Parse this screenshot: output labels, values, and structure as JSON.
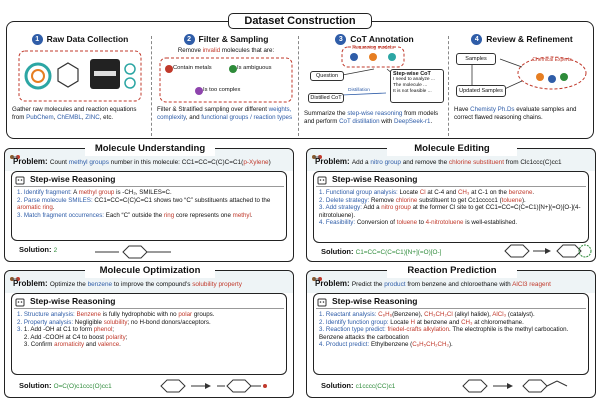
{
  "title": "Dataset Construction",
  "stages": [
    {
      "num": "1",
      "label": "Raw Data Collection",
      "desc_parts": [
        {
          "t": "Gather raw molecules and reaction equations from ",
          "c": ""
        },
        {
          "t": "PubChem",
          "c": "blue"
        },
        {
          "t": ", ",
          "c": ""
        },
        {
          "t": "ChEMBL",
          "c": "blue"
        },
        {
          "t": ", ",
          "c": ""
        },
        {
          "t": "ZINC",
          "c": "blue"
        },
        {
          "t": ", etc.",
          "c": ""
        }
      ]
    },
    {
      "num": "2",
      "label": "Filter & Sampling",
      "intro_parts": [
        {
          "t": "Remove ",
          "c": ""
        },
        {
          "t": "invalid",
          "c": "red"
        },
        {
          "t": " molecules that are:",
          "c": ""
        }
      ],
      "criteria": [
        "Contain metals",
        "Is ambiguous",
        "Is too complex"
      ],
      "desc_parts": [
        {
          "t": "Filter & Stratified sampling over different ",
          "c": ""
        },
        {
          "t": "weights, complexity",
          "c": "blue"
        },
        {
          "t": ", and ",
          "c": ""
        },
        {
          "t": "functional groups / reaction types",
          "c": "blue"
        }
      ]
    },
    {
      "num": "3",
      "label": "CoT Annotation",
      "boxes": {
        "question": "Question",
        "reasoning_models": "Reasoning models",
        "stepwise": "Step-wise CoT",
        "distilled": "Distilled CoT",
        "distillation": "Distillation",
        "cot_lines": [
          "I need to analyze ...",
          "The molecule ...",
          "It is not feasible ..."
        ]
      },
      "desc_parts": [
        {
          "t": "Summarize the ",
          "c": ""
        },
        {
          "t": "step-wise reasoning",
          "c": "blue"
        },
        {
          "t": " from models and perform ",
          "c": ""
        },
        {
          "t": "CoT distillation",
          "c": "blue"
        },
        {
          "t": " with ",
          "c": ""
        },
        {
          "t": "DeepSeek-r1",
          "c": "blue"
        },
        {
          "t": ".",
          "c": ""
        }
      ]
    },
    {
      "num": "4",
      "label": "Review & Refinement",
      "boxes": {
        "samples": "Samples",
        "experts": "Chemical Experts",
        "updated": "Updated Samples"
      },
      "desc_parts": [
        {
          "t": "Have ",
          "c": ""
        },
        {
          "t": "Chemisty Ph.Ds",
          "c": "blue"
        },
        {
          "t": " evaluate samples and correct flawed reasoning chains.",
          "c": ""
        }
      ]
    }
  ],
  "tasks": [
    {
      "title": "Molecule Understanding",
      "problem_parts": [
        {
          "t": "Problem: ",
          "c": "b"
        },
        {
          "t": "Count ",
          "c": ""
        },
        {
          "t": "methyl groups",
          "c": "blue"
        },
        {
          "t": " number in this molecule: CC1=CC=C(C)C=C1(",
          "c": ""
        },
        {
          "t": "p-Xylene",
          "c": "red"
        },
        {
          "t": ")",
          "c": ""
        }
      ],
      "reasoning_label": "Step-wise Reasoning",
      "steps": [
        [
          {
            "t": "1. Identify fragment: ",
            "c": "blue"
          },
          {
            "t": "A ",
            "c": ""
          },
          {
            "t": "methyl group",
            "c": "red"
          },
          {
            "t": " is -CH₃, SMILES=C.",
            "c": ""
          }
        ],
        [
          {
            "t": "2. Parse molecule SMILES: ",
            "c": "blue"
          },
          {
            "t": "CC1=CC=C(C)C=C1 shows two “C” substituents attached to the ",
            "c": ""
          },
          {
            "t": "aromatic ring",
            "c": "red"
          },
          {
            "t": ".",
            "c": ""
          }
        ],
        [
          {
            "t": "3. Match fragment occurrences: ",
            "c": "blue"
          },
          {
            "t": "Each “C” outside the ",
            "c": ""
          },
          {
            "t": "ring",
            "c": "red"
          },
          {
            "t": " core represents one ",
            "c": ""
          },
          {
            "t": "methyl",
            "c": "red"
          },
          {
            "t": ".",
            "c": ""
          }
        ]
      ],
      "solution_label": "Solution:",
      "solution_value": "2"
    },
    {
      "title": "Molecule Editing",
      "problem_parts": [
        {
          "t": "Problem: ",
          "c": "b"
        },
        {
          "t": "Add a ",
          "c": ""
        },
        {
          "t": "nitro group",
          "c": "blue"
        },
        {
          "t": " and remove the ",
          "c": ""
        },
        {
          "t": "chlorine substituent",
          "c": "red"
        },
        {
          "t": " from Clc1ccc(C)cc1",
          "c": ""
        }
      ],
      "reasoning_label": "Step-wise Reasoning",
      "steps": [
        [
          {
            "t": "1. Functional group analysis: ",
            "c": "blue"
          },
          {
            "t": "Locate ",
            "c": ""
          },
          {
            "t": "Cl",
            "c": "red"
          },
          {
            "t": " at C-4 and ",
            "c": ""
          },
          {
            "t": "CH₃",
            "c": "red"
          },
          {
            "t": " at C-1 on the ",
            "c": ""
          },
          {
            "t": "benzene",
            "c": "red"
          },
          {
            "t": ".",
            "c": ""
          }
        ],
        [
          {
            "t": "2. Delete strategy: ",
            "c": "blue"
          },
          {
            "t": "Remove ",
            "c": ""
          },
          {
            "t": "chlorine",
            "c": "red"
          },
          {
            "t": " substituent to get Cc1ccccc1 (",
            "c": ""
          },
          {
            "t": "toluene",
            "c": "red"
          },
          {
            "t": ").",
            "c": ""
          }
        ],
        [
          {
            "t": "3. Add strategy: ",
            "c": "blue"
          },
          {
            "t": "Add a ",
            "c": ""
          },
          {
            "t": "nitro group",
            "c": "red"
          },
          {
            "t": " at the former Cl site to get CC1=CC=C(C=C1)[N+](=O)[O-](4-nitrotoluene).",
            "c": ""
          }
        ],
        [
          {
            "t": "4. Feasibility: ",
            "c": "blue"
          },
          {
            "t": "Conversion of ",
            "c": ""
          },
          {
            "t": "toluene",
            "c": "red"
          },
          {
            "t": " to ",
            "c": ""
          },
          {
            "t": "4-nitrotoluene",
            "c": "red"
          },
          {
            "t": " is well-established.",
            "c": ""
          }
        ]
      ],
      "solution_label": "Solution:",
      "solution_value": "C1=CC=C(C=C1)[N+](=O)[O-]"
    },
    {
      "title": "Molecule Optimization",
      "problem_parts": [
        {
          "t": "Problem: ",
          "c": "b"
        },
        {
          "t": "Optimize the ",
          "c": ""
        },
        {
          "t": "benzene",
          "c": "blue"
        },
        {
          "t": " to improve the compound's ",
          "c": ""
        },
        {
          "t": "solubility property",
          "c": "red"
        }
      ],
      "reasoning_label": "Step-wise Reasoning",
      "steps": [
        [
          {
            "t": "1. Structure analysis: ",
            "c": "blue"
          },
          {
            "t": "Benzene",
            "c": "red"
          },
          {
            "t": " is fully hydrophobic with no ",
            "c": ""
          },
          {
            "t": "polar",
            "c": "red"
          },
          {
            "t": " groups.",
            "c": ""
          }
        ],
        [
          {
            "t": "2. Property analysis: ",
            "c": "blue"
          },
          {
            "t": "Negligible ",
            "c": ""
          },
          {
            "t": "solubility",
            "c": "red"
          },
          {
            "t": "; no H-bond donors/acceptors.",
            "c": ""
          }
        ],
        [
          {
            "t": "3. ",
            "c": ""
          },
          {
            "t": "1. Add -OH at C1 to form ",
            "c": ""
          },
          {
            "t": "phenol",
            "c": "red"
          },
          {
            "t": ";",
            "c": ""
          }
        ],
        [
          {
            "t": "    2. Add -COOH at C4 to boost ",
            "c": ""
          },
          {
            "t": "polarity",
            "c": "red"
          },
          {
            "t": ";",
            "c": ""
          }
        ],
        [
          {
            "t": "    3. Confirm ",
            "c": ""
          },
          {
            "t": "aromaticity",
            "c": "red"
          },
          {
            "t": " and ",
            "c": ""
          },
          {
            "t": "valence",
            "c": "red"
          },
          {
            "t": ".",
            "c": ""
          }
        ]
      ],
      "solution_label": "Solution:",
      "solution_value": "O=C(O)c1ccc(O)cc1"
    },
    {
      "title": "Reaction Prediction",
      "problem_parts": [
        {
          "t": "Problem: ",
          "c": "b"
        },
        {
          "t": "Predict the ",
          "c": ""
        },
        {
          "t": "product",
          "c": "blue"
        },
        {
          "t": " from benzene and chloroethane with ",
          "c": ""
        },
        {
          "t": "AlCl3 reagent",
          "c": "red"
        }
      ],
      "reasoning_label": "Step-wise Reasoning",
      "steps": [
        [
          {
            "t": "1. Reactant analysis: ",
            "c": "blue"
          },
          {
            "t": "C₆H₆",
            "c": "red"
          },
          {
            "t": "(Benzene), ",
            "c": ""
          },
          {
            "t": "CH₃CH₂Cl",
            "c": "red"
          },
          {
            "t": " (alkyl halide), ",
            "c": ""
          },
          {
            "t": "AlCl₃",
            "c": "red"
          },
          {
            "t": " (catalyst).",
            "c": ""
          }
        ],
        [
          {
            "t": "2. Identify function group: ",
            "c": "blue"
          },
          {
            "t": "Locate ",
            "c": ""
          },
          {
            "t": "H",
            "c": "red"
          },
          {
            "t": " at benzene and ",
            "c": ""
          },
          {
            "t": "CH₃",
            "c": "red"
          },
          {
            "t": " at chloromethane.",
            "c": ""
          }
        ],
        [
          {
            "t": "3. Reaction type predict: ",
            "c": "blue"
          },
          {
            "t": "friedel-crafts alkylation",
            "c": "red"
          },
          {
            "t": ". The electrophile is the methyl carbocation. Benzene attacks the carbocation",
            "c": ""
          }
        ],
        [
          {
            "t": "4. Product predict: ",
            "c": "blue"
          },
          {
            "t": "Ethylbenzene (",
            "c": ""
          },
          {
            "t": "C₆H₅CH₂CH₃",
            "c": "red"
          },
          {
            "t": ").",
            "c": ""
          }
        ]
      ],
      "solution_label": "Solution:",
      "solution_value": "c1cccc(CC)c1"
    }
  ]
}
